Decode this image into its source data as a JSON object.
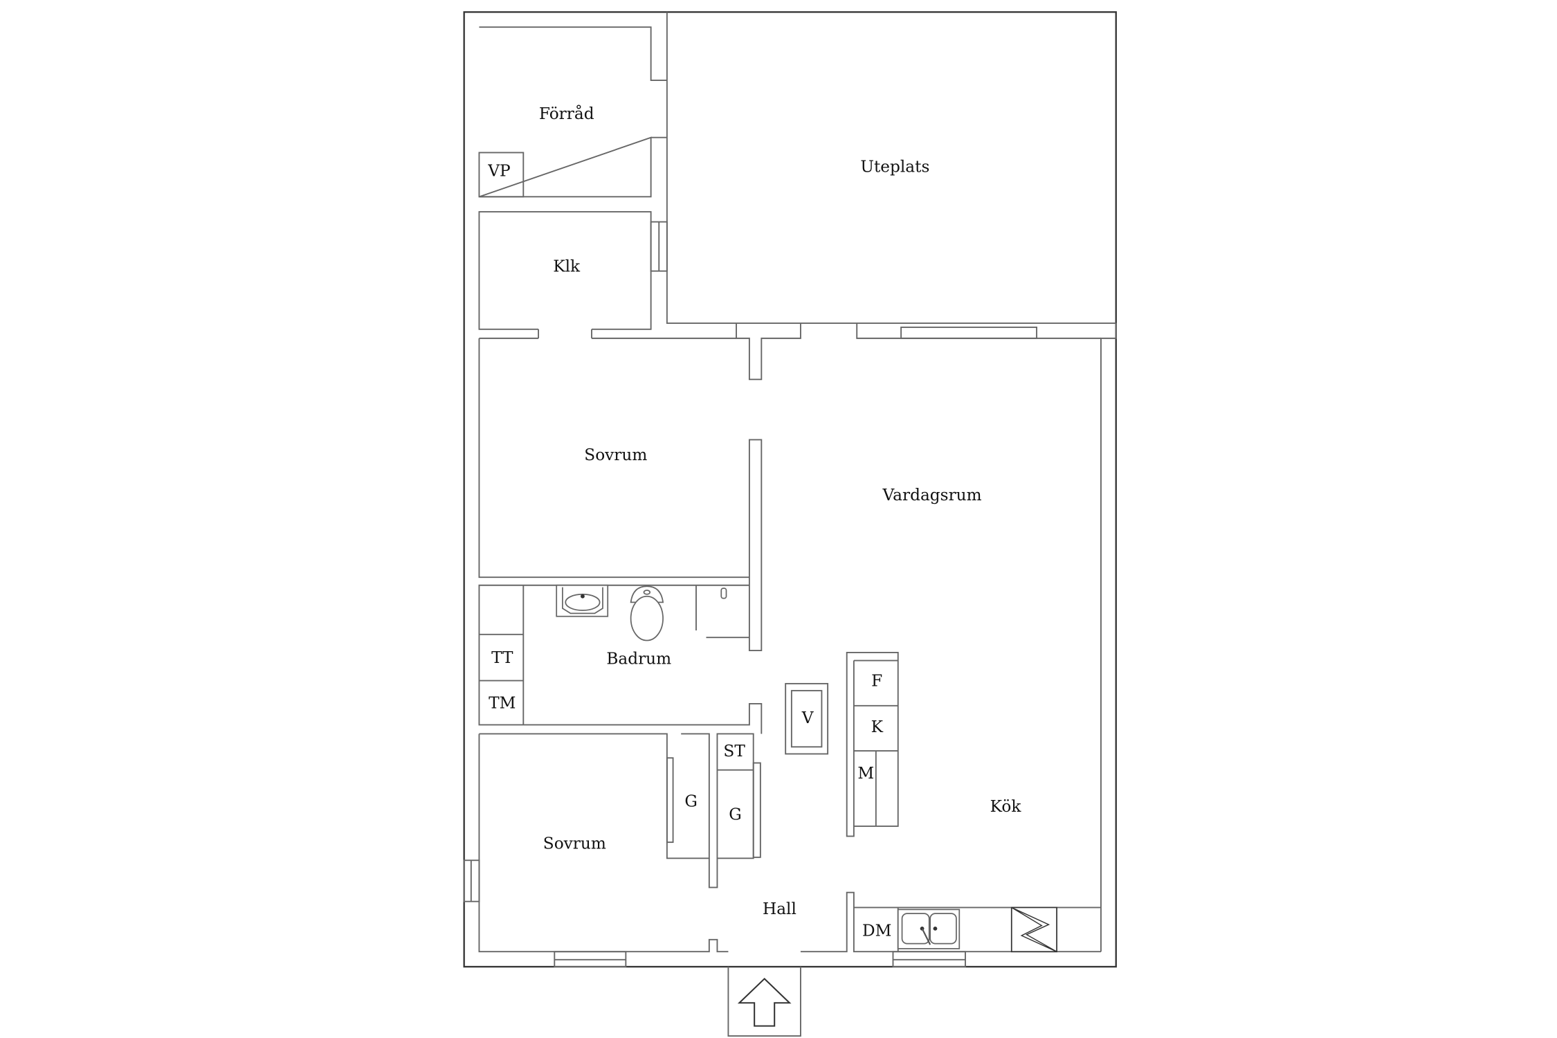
{
  "rooms": {
    "forrad": "Förråd",
    "vp": "VP",
    "klk": "Klk",
    "uteplats": "Uteplats",
    "sovrum_upper": "Sovrum",
    "vardagsrum": "Vardagsrum",
    "badrum": "Badrum",
    "tt": "TT",
    "tm": "TM",
    "v": "V",
    "f": "F",
    "k": "K",
    "m": "M",
    "st": "ST",
    "g1": "G",
    "g2": "G",
    "kok": "Kök",
    "sovrum_lower": "Sovrum",
    "hall": "Hall",
    "dm": "DM"
  },
  "icons": [
    "sink-icon",
    "toilet-icon",
    "shower-icon",
    "kitchen-sink-icon",
    "stove-icon",
    "entrance-arrow-icon"
  ]
}
